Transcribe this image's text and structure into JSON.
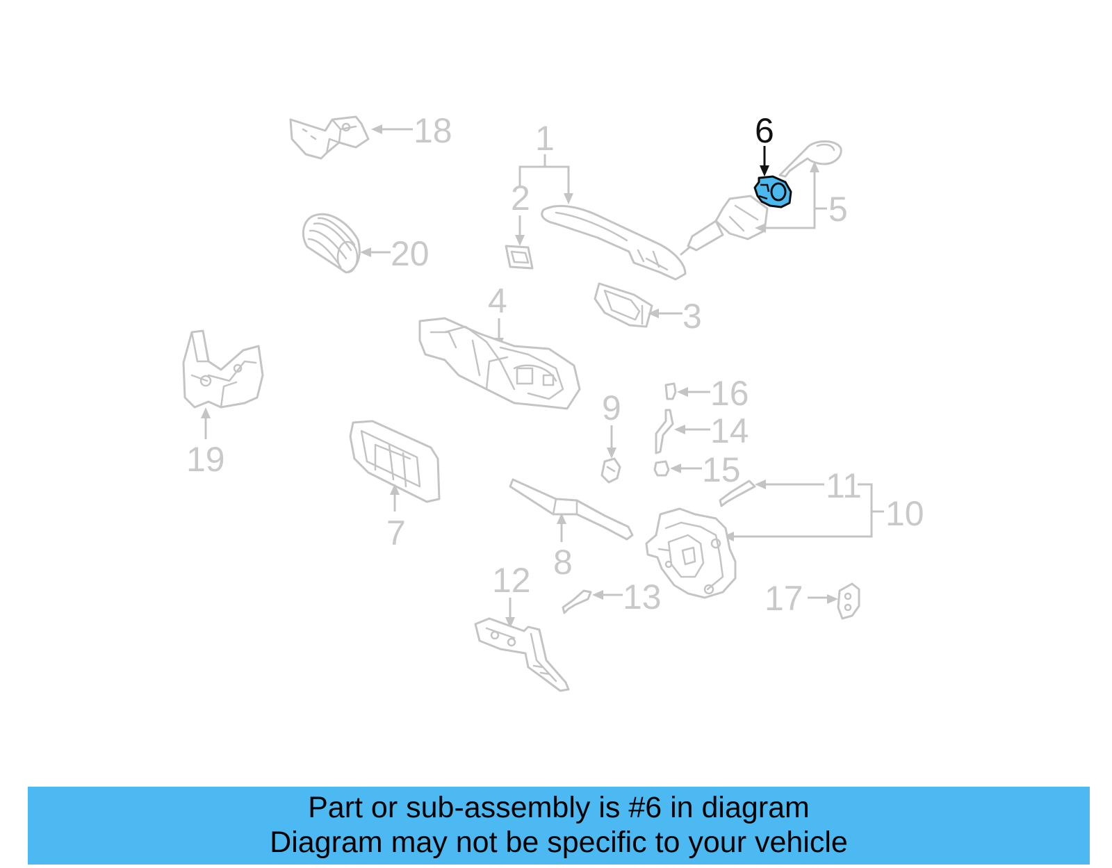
{
  "diagram": {
    "highlight_color": "#4bb8ee",
    "part_color": "#c4c4c4",
    "callouts": [
      "1",
      "2",
      "3",
      "4",
      "5",
      "6",
      "7",
      "8",
      "9",
      "10",
      "11",
      "12",
      "13",
      "14",
      "15",
      "16",
      "17",
      "18",
      "19",
      "20"
    ],
    "highlighted_callout": "6"
  },
  "banner": {
    "background": "#4cb9f2",
    "line1": "Part or sub-assembly is #6 in diagram",
    "line2": "Diagram may not be specific to your vehicle"
  }
}
